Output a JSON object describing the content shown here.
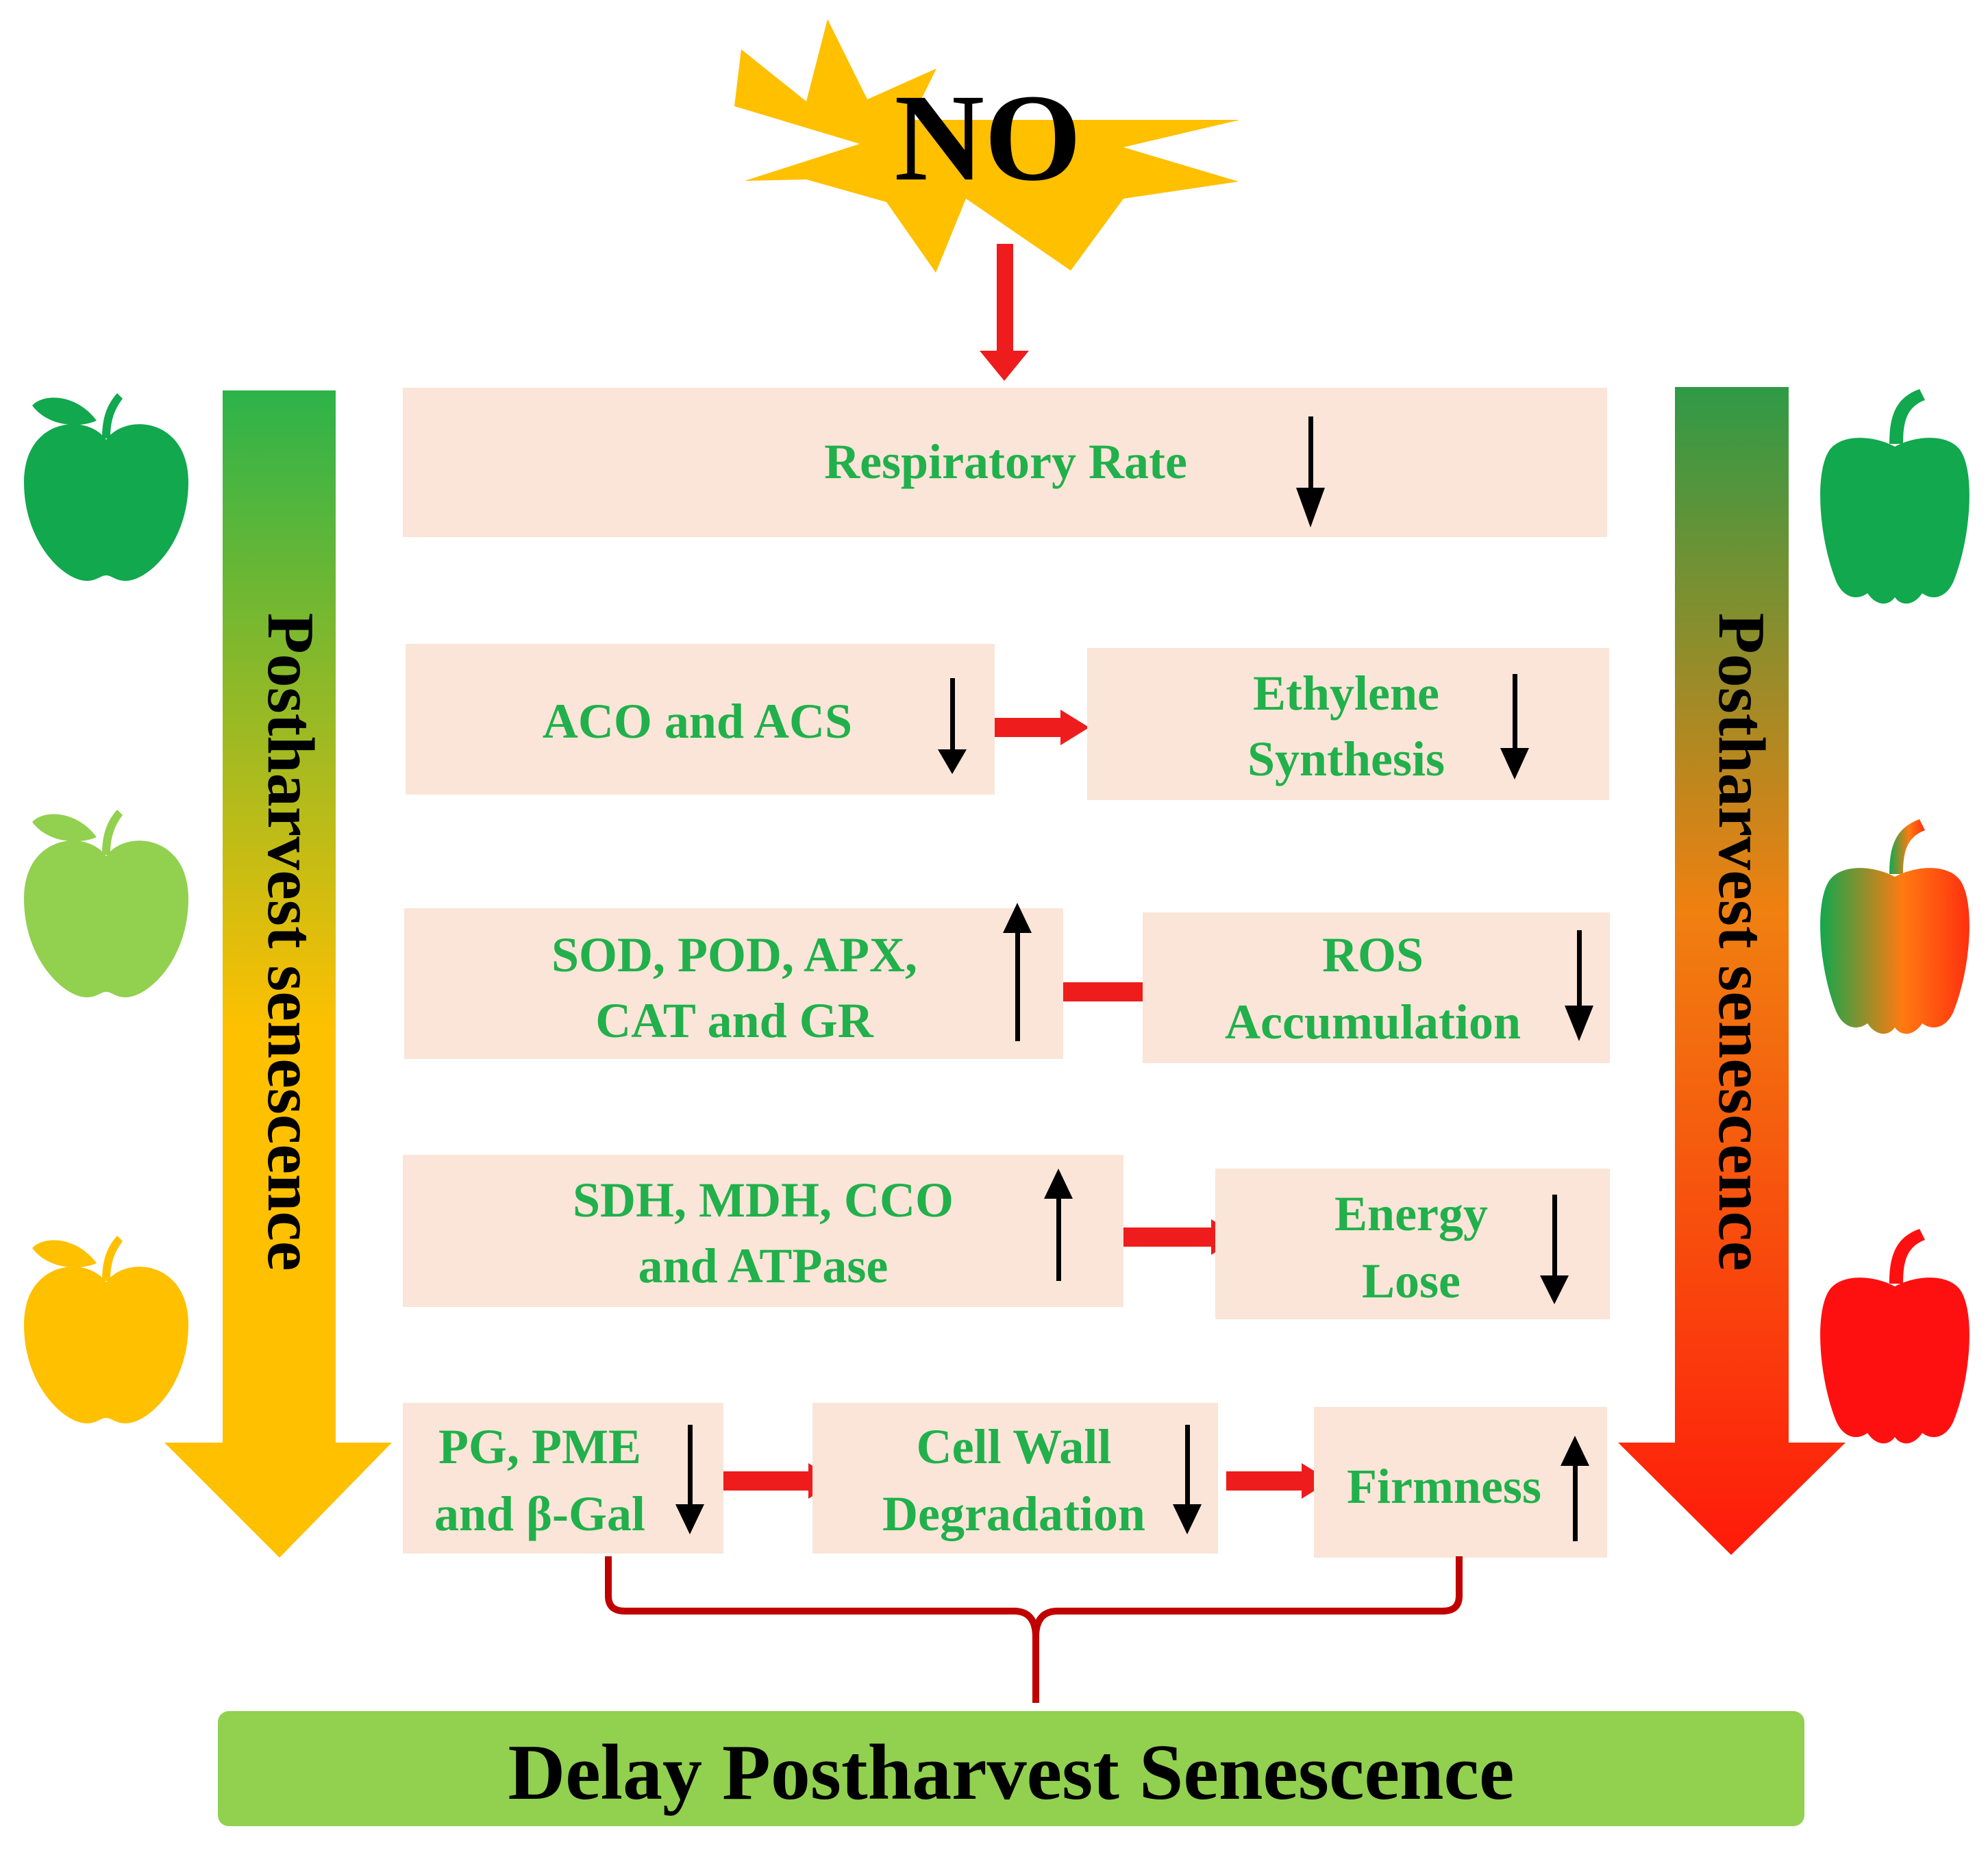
{
  "header": {
    "trigger_label": "NO"
  },
  "sidebars": {
    "left_label": "Postharvest senescence",
    "right_label": "Postharvest senescence"
  },
  "rows": {
    "respiratory": {
      "label": "Respiratory Rate",
      "trend": "down"
    },
    "aco_acs": {
      "line1": "ACO and ACS",
      "trend": "down"
    },
    "ethylene": {
      "line1": "Ethylene",
      "line2": "Synthesis",
      "trend": "down"
    },
    "enzymes_antiox": {
      "line1": "SOD, POD, APX,",
      "line2": "CAT and GR",
      "trend": "up"
    },
    "ros": {
      "line1": "ROS",
      "line2": "Accumulation",
      "trend": "down"
    },
    "enzymes_energy": {
      "line1": "SDH, MDH, CCO",
      "line2": "and ATPase",
      "trend": "up"
    },
    "energy": {
      "line1": "Energy",
      "line2": "Lose",
      "trend": "down"
    },
    "enzymes_wall": {
      "line1": "PG, PME",
      "line2": "and β-Gal",
      "trend": "down"
    },
    "cell_wall": {
      "line1": "Cell Wall",
      "line2": "Degradation",
      "trend": "down"
    },
    "firmness": {
      "line1": "Firmness",
      "trend": "up"
    }
  },
  "footer": {
    "result_label": "Delay Postharvest Senescence"
  },
  "colors": {
    "box_fill": "#fae5d8",
    "label_green": "#21b04b",
    "link_red": "#ee1c1c",
    "trend_black": "#000000",
    "star_fill": "#ffc000",
    "result_fill": "#92d050",
    "brace_red": "#c00000",
    "apple_green": "#11a84e",
    "apple_light": "#92d050",
    "apple_yellow": "#ffc000",
    "pepper_green": "#11a84e",
    "pepper_red": "#ff1010"
  }
}
